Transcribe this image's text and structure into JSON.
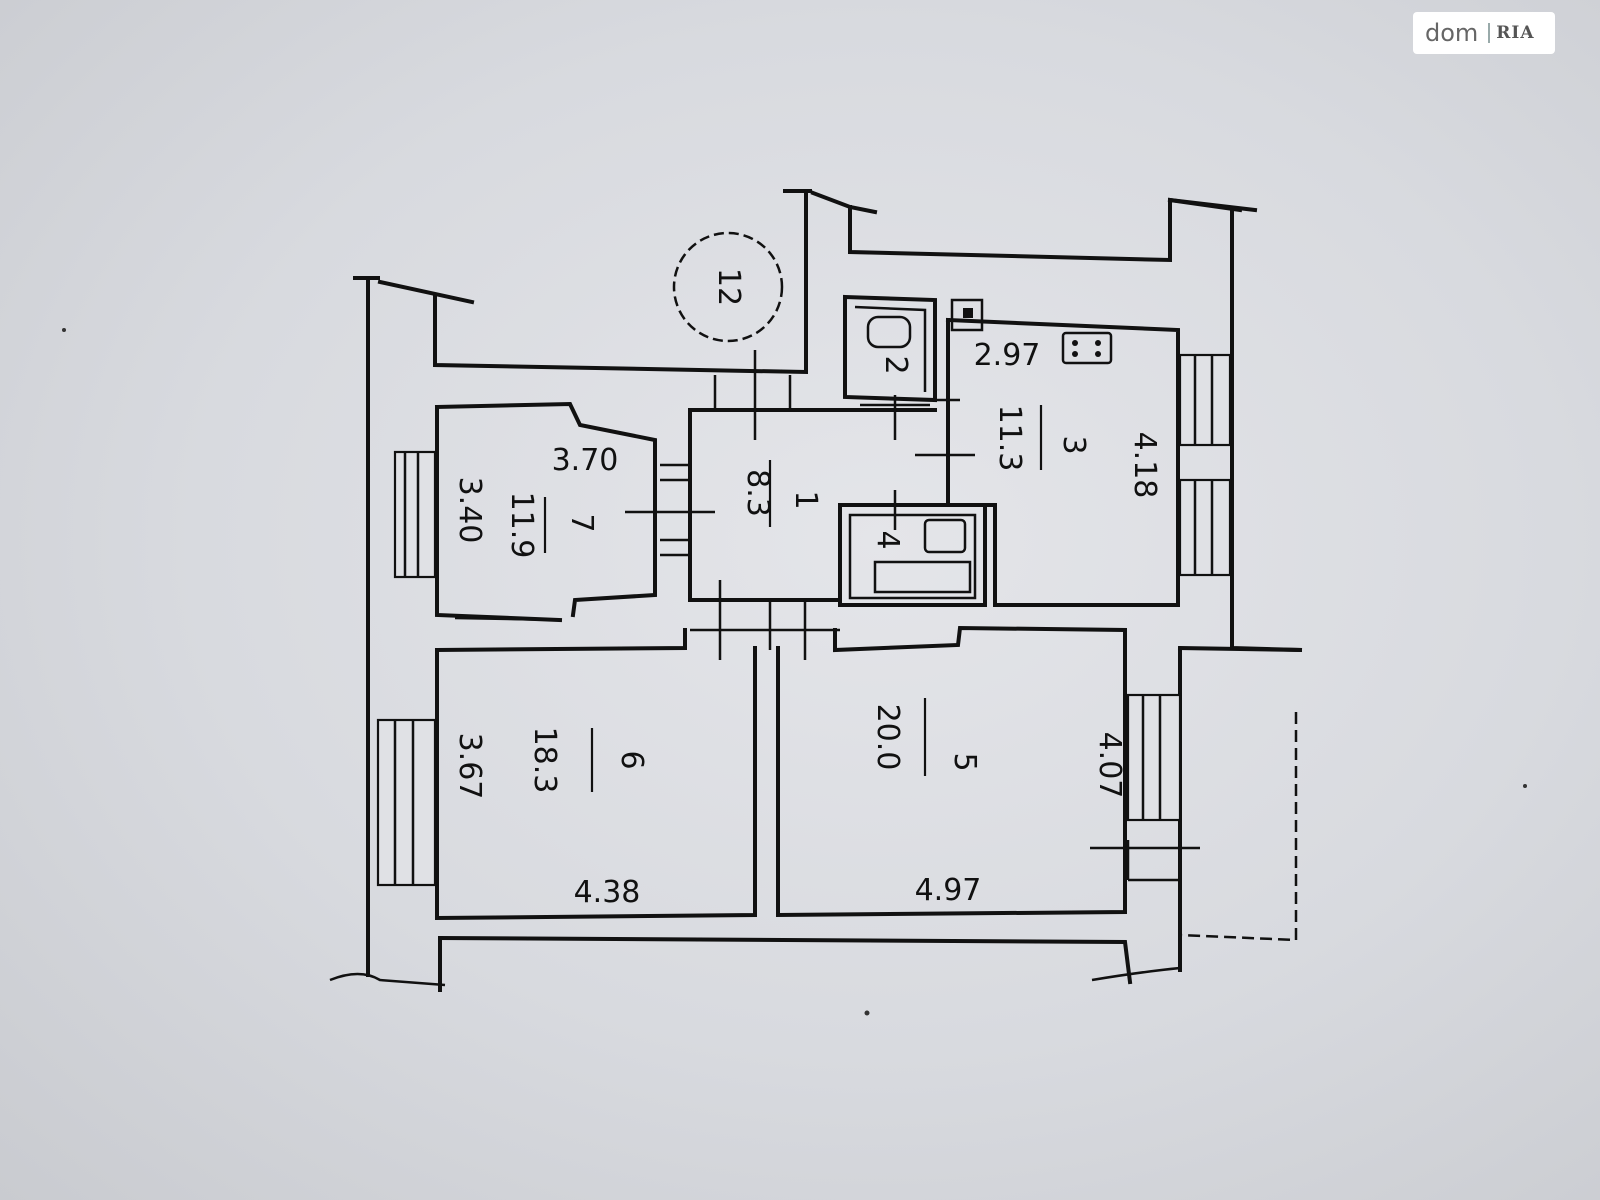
{
  "watermark": {
    "left": "dom",
    "right": "RIA"
  },
  "apartment_number": "12",
  "rooms": [
    {
      "id": "1",
      "area": "8.3"
    },
    {
      "id": "2"
    },
    {
      "id": "3",
      "area": "11.3",
      "dim_width": "2.97",
      "dim_length": "4.18"
    },
    {
      "id": "4"
    },
    {
      "id": "5",
      "area": "20.0",
      "dim_width": "4.97",
      "dim_length": "4.07"
    },
    {
      "id": "6",
      "area": "18.3",
      "dim_width": "4.38",
      "dim_length": "3.67"
    },
    {
      "id": "7",
      "area": "11.9",
      "dim_width": "3.70",
      "dim_length": "3.40"
    }
  ]
}
